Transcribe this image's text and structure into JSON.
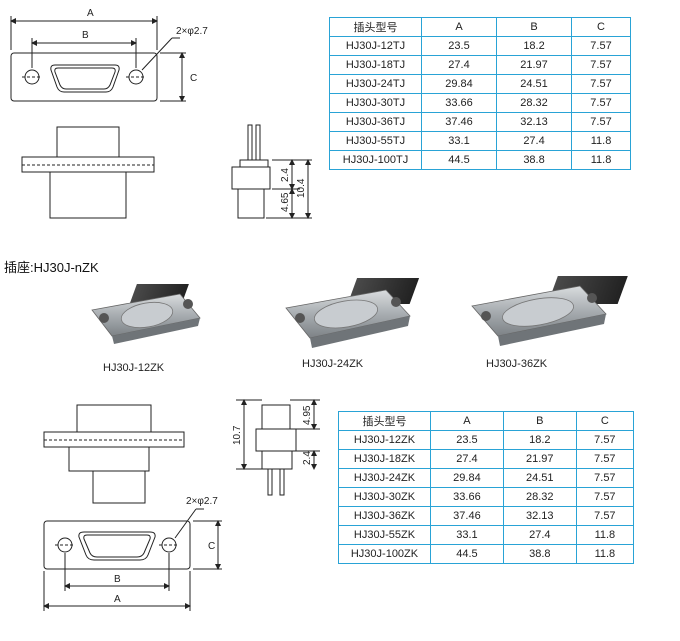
{
  "diagram_labels": {
    "dim_a": "A",
    "dim_b": "B",
    "dim_c": "C",
    "hole_spec": "2×φ2.7",
    "dim_24": "2.4",
    "dim_104": "10.4",
    "dim_465": "4.65",
    "dim_107": "10.7",
    "dim_495": "4.95"
  },
  "section_title": "插座:HJ30J-nZK",
  "photo_captions": [
    "HJ30J-12ZK",
    "HJ30J-24ZK",
    "HJ30J-36ZK"
  ],
  "table_top": {
    "headers": [
      "插头型号",
      "A",
      "B",
      "C"
    ],
    "rows": [
      [
        "HJ30J-12TJ",
        "23.5",
        "18.2",
        "7.57"
      ],
      [
        "HJ30J-18TJ",
        "27.4",
        "21.97",
        "7.57"
      ],
      [
        "HJ30J-24TJ",
        "29.84",
        "24.51",
        "7.57"
      ],
      [
        "HJ30J-30TJ",
        "33.66",
        "28.32",
        "7.57"
      ],
      [
        "HJ30J-36TJ",
        "37.46",
        "32.13",
        "7.57"
      ],
      [
        "HJ30J-55TJ",
        "33.1",
        "27.4",
        "11.8"
      ],
      [
        "HJ30J-100TJ",
        "44.5",
        "38.8",
        "11.8"
      ]
    ]
  },
  "table_bottom": {
    "headers": [
      "插头型号",
      "A",
      "B",
      "C"
    ],
    "rows": [
      [
        "HJ30J-12ZK",
        "23.5",
        "18.2",
        "7.57"
      ],
      [
        "HJ30J-18ZK",
        "27.4",
        "21.97",
        "7.57"
      ],
      [
        "HJ30J-24ZK",
        "29.84",
        "24.51",
        "7.57"
      ],
      [
        "HJ30J-30ZK",
        "33.66",
        "28.32",
        "7.57"
      ],
      [
        "HJ30J-36ZK",
        "37.46",
        "32.13",
        "7.57"
      ],
      [
        "HJ30J-55ZK",
        "33.1",
        "27.4",
        "11.8"
      ],
      [
        "HJ30J-100ZK",
        "44.5",
        "38.8",
        "11.8"
      ]
    ]
  }
}
